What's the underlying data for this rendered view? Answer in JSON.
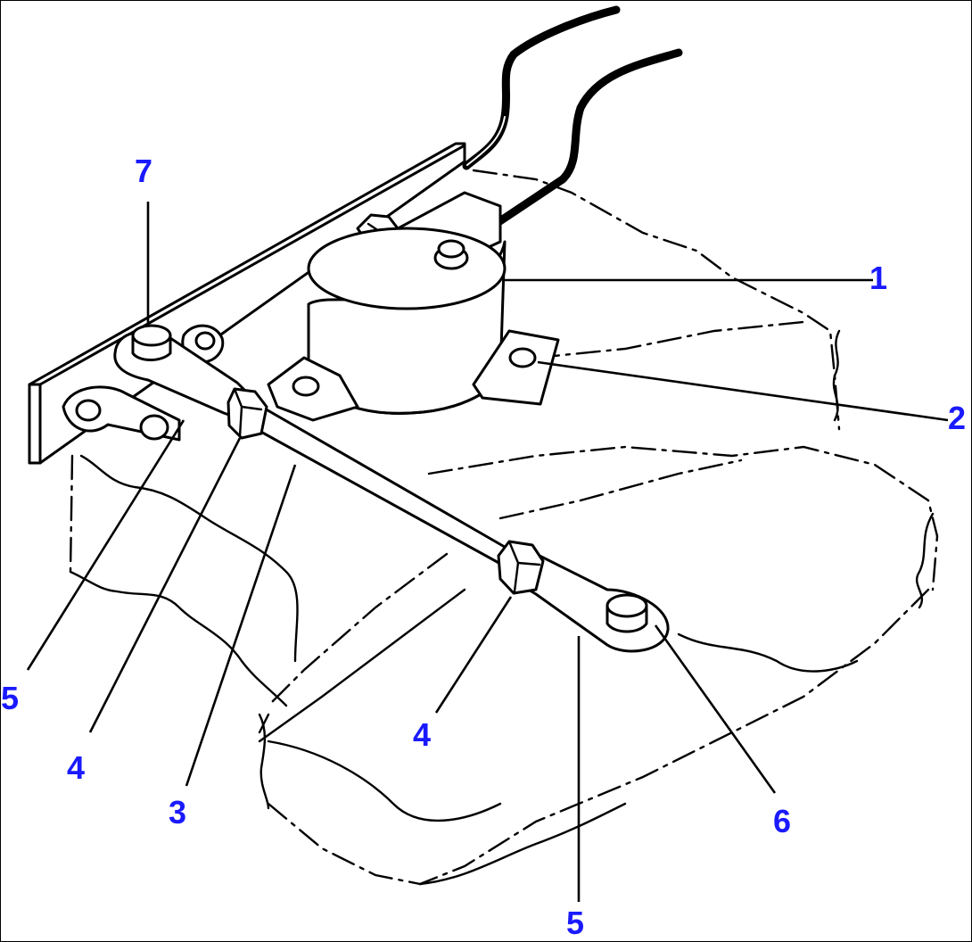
{
  "diagram": {
    "callouts": [
      {
        "id": "c1",
        "label": "1"
      },
      {
        "id": "c2",
        "label": "2"
      },
      {
        "id": "c3",
        "label": "3"
      },
      {
        "id": "c4a",
        "label": "4"
      },
      {
        "id": "c4b",
        "label": "4"
      },
      {
        "id": "c5a",
        "label": "5"
      },
      {
        "id": "c5b",
        "label": "5"
      },
      {
        "id": "c6",
        "label": "6"
      },
      {
        "id": "c7",
        "label": "7"
      }
    ],
    "callout_color": "#1a1aff",
    "line_color": "#000000"
  }
}
